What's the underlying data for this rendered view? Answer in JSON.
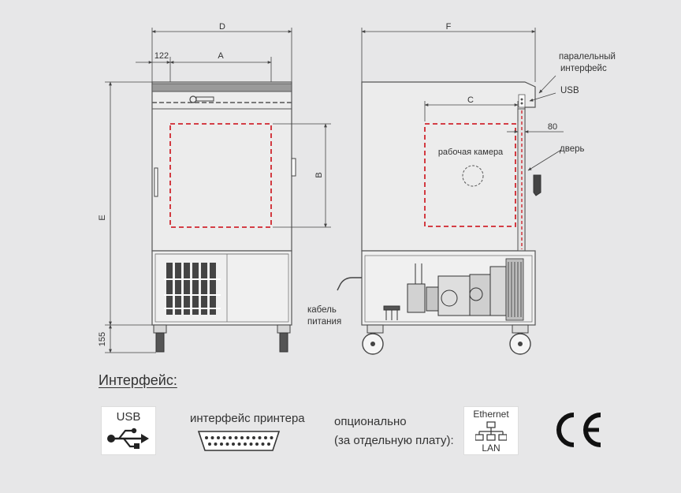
{
  "dimensions": {
    "d": "D",
    "a": "A",
    "left_offset": "122",
    "b": "B",
    "e": "E",
    "legs": "155",
    "f": "F",
    "c": "C",
    "door_offset": "80"
  },
  "callouts": {
    "parallel_line1": "паралельный",
    "parallel_line2": "интерфейс",
    "usb": "USB",
    "door": "дверь",
    "chamber": "рабочая камера",
    "cable_line1": "кабель",
    "cable_line2": "питания"
  },
  "interfaces": {
    "title": "Интерфейс:",
    "usb_label": "USB",
    "printer_label": "интерфейс принтера",
    "optional_line1": "опционально",
    "optional_line2": "(за отдельную плату):",
    "ethernet_top": "Ethernet",
    "ethernet_bottom": "LAN"
  },
  "icons": [
    "usb-icon",
    "db25-connector-icon",
    "network-icon",
    "ce-mark"
  ],
  "colors": {
    "background": "#e7e7e8",
    "chamber_outline": "#d0262e",
    "linework": "#555555"
  }
}
